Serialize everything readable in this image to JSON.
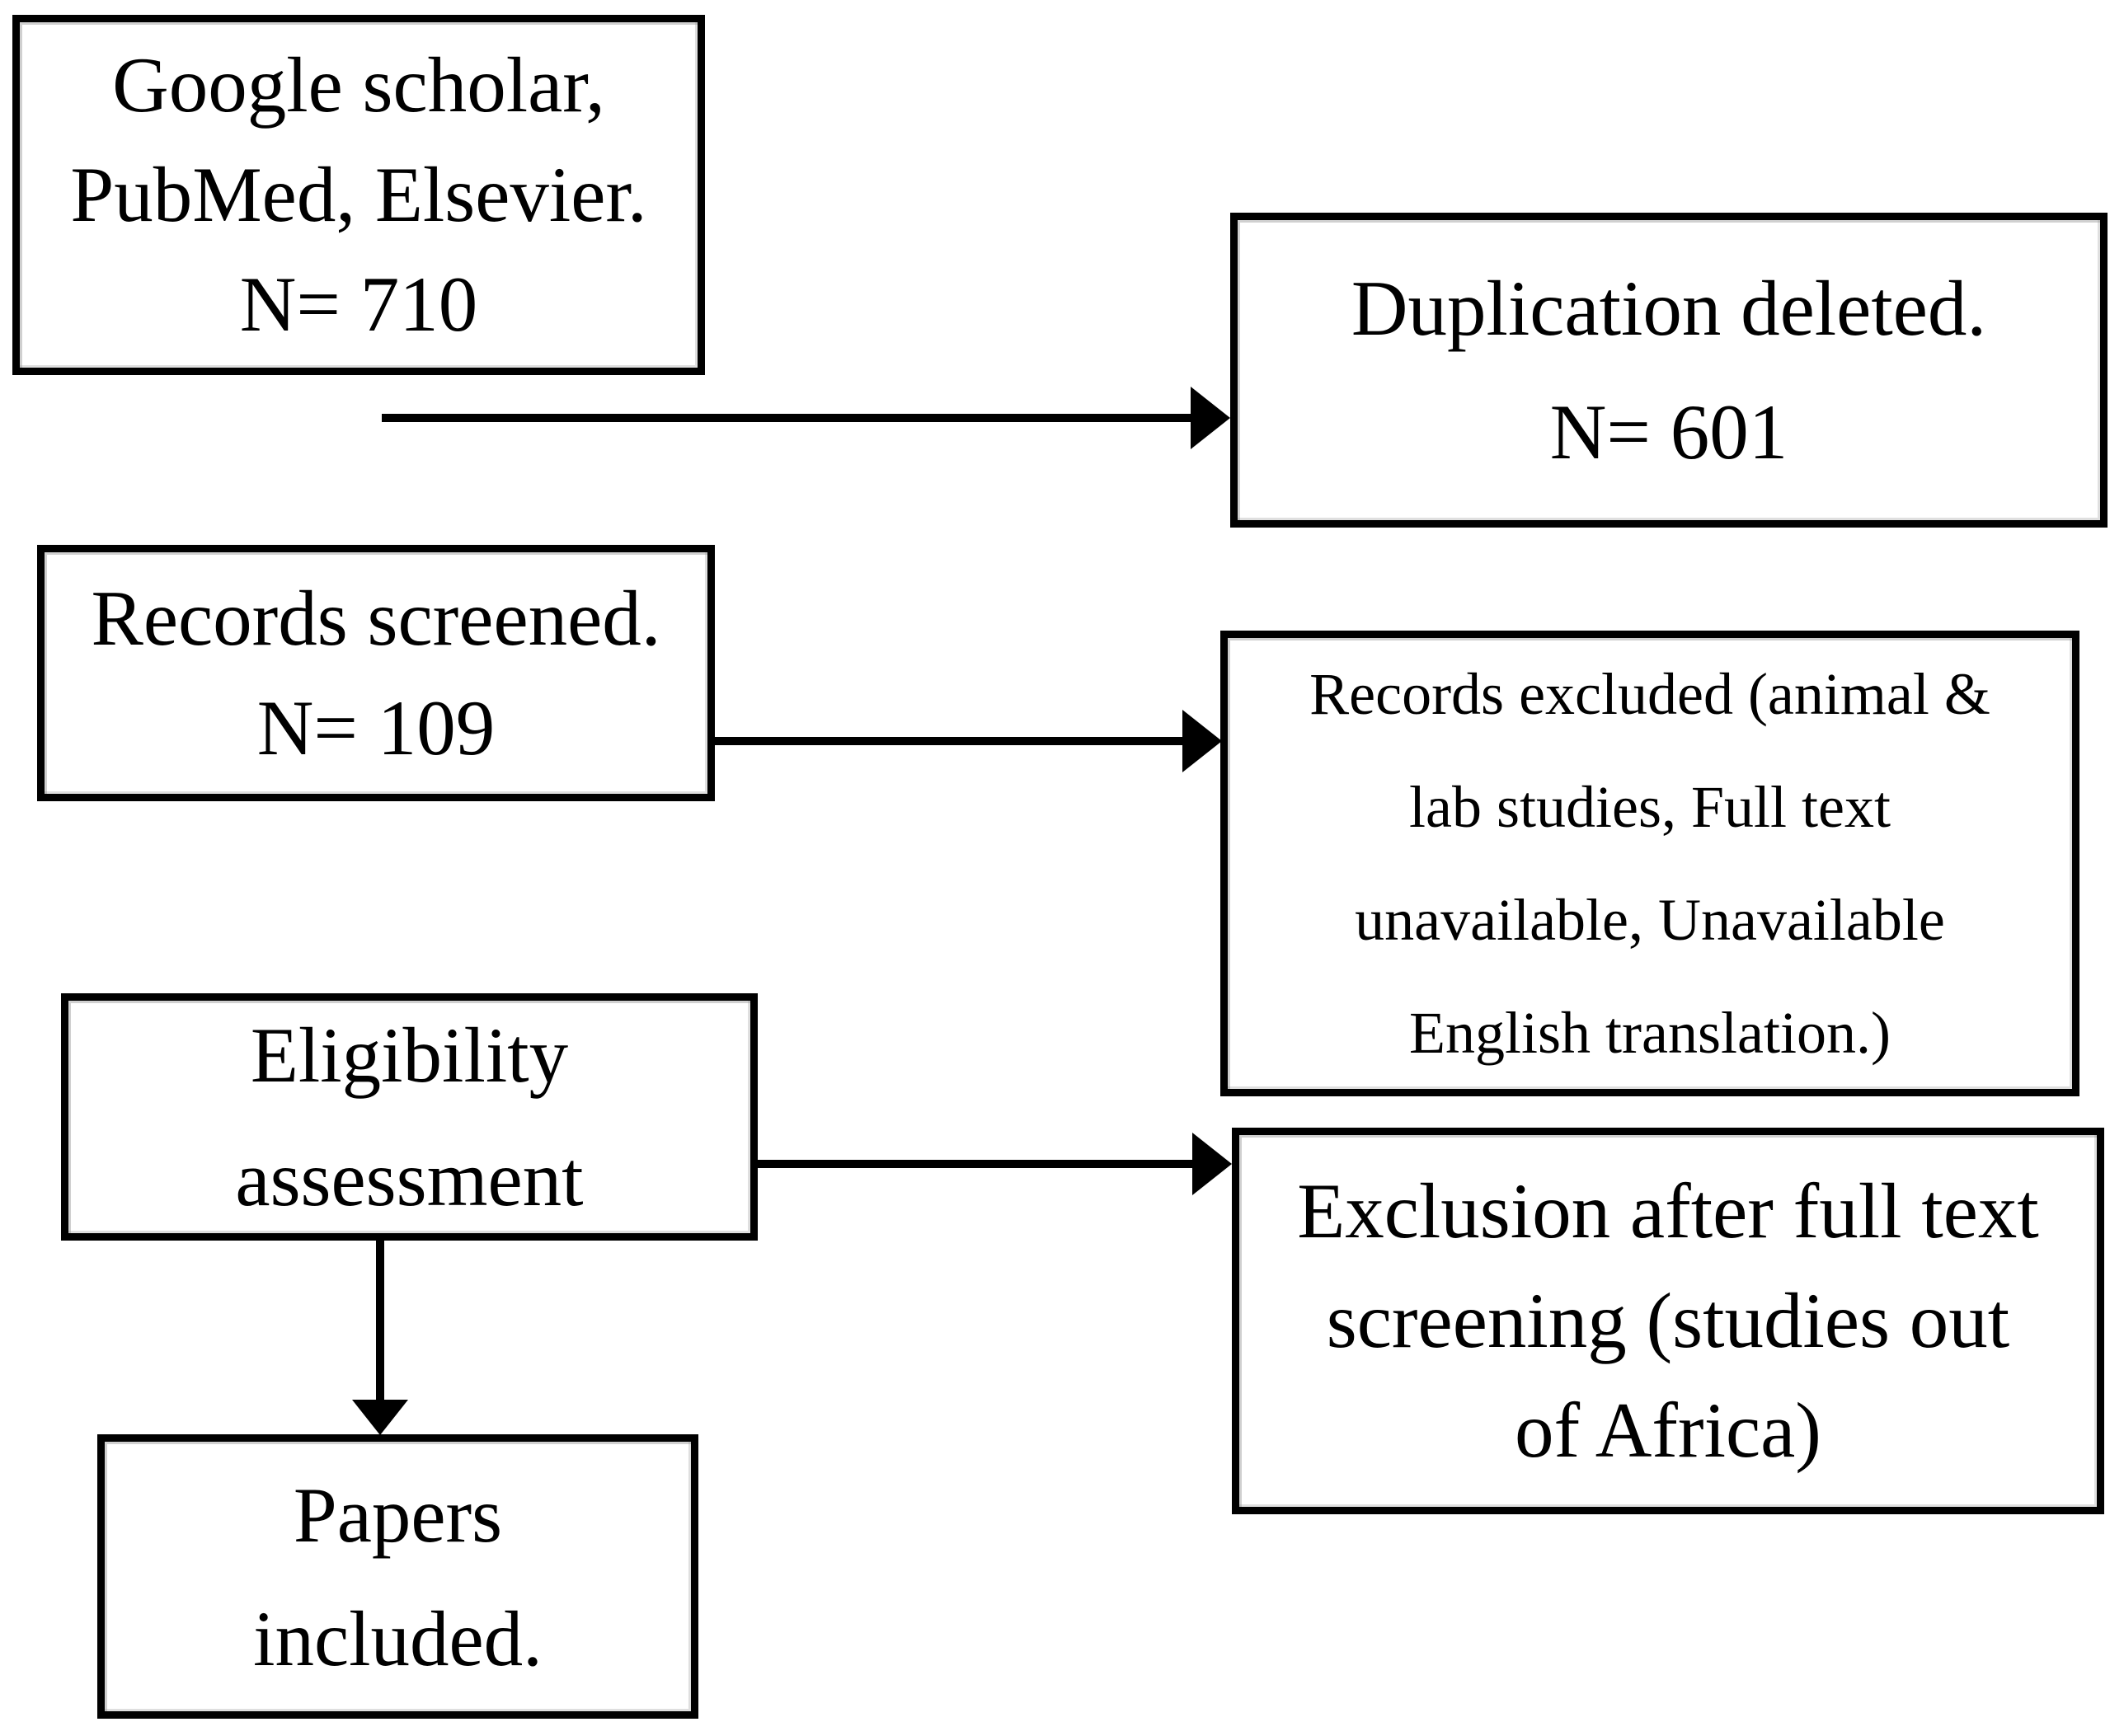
{
  "figure": {
    "kind": "study-selection-flowchart",
    "background_color": "#ffffff",
    "stroke_color": "#000000",
    "text_color": "#000000"
  },
  "boxes": {
    "sources": {
      "lines": [
        "Google scholar,",
        "PubMed, Elsevier.",
        "N= 710"
      ]
    },
    "duplication_deleted": {
      "lines": [
        "Duplication deleted.",
        "N= 601"
      ]
    },
    "records_screened": {
      "lines": [
        "Records screened.",
        "N= 109"
      ]
    },
    "records_excluded": {
      "lines": [
        "Records excluded (animal &",
        "lab studies, Full text",
        "unavailable, Unavailable",
        "English translation.)"
      ]
    },
    "eligibility": {
      "lines": [
        "Eligibility",
        "assessment"
      ]
    },
    "fulltext_exclusion": {
      "lines": [
        "Exclusion after full text",
        "screening (studies out",
        "of Africa)"
      ]
    },
    "papers_included": {
      "lines": [
        "Papers",
        "included."
      ]
    }
  },
  "connections": [
    {
      "from": "sources",
      "to": "duplication_deleted",
      "direction": "right"
    },
    {
      "from": "records_screened",
      "to": "records_excluded",
      "direction": "right"
    },
    {
      "from": "eligibility",
      "to": "fulltext_exclusion",
      "direction": "right"
    },
    {
      "from": "eligibility",
      "to": "papers_included",
      "direction": "down"
    }
  ]
}
